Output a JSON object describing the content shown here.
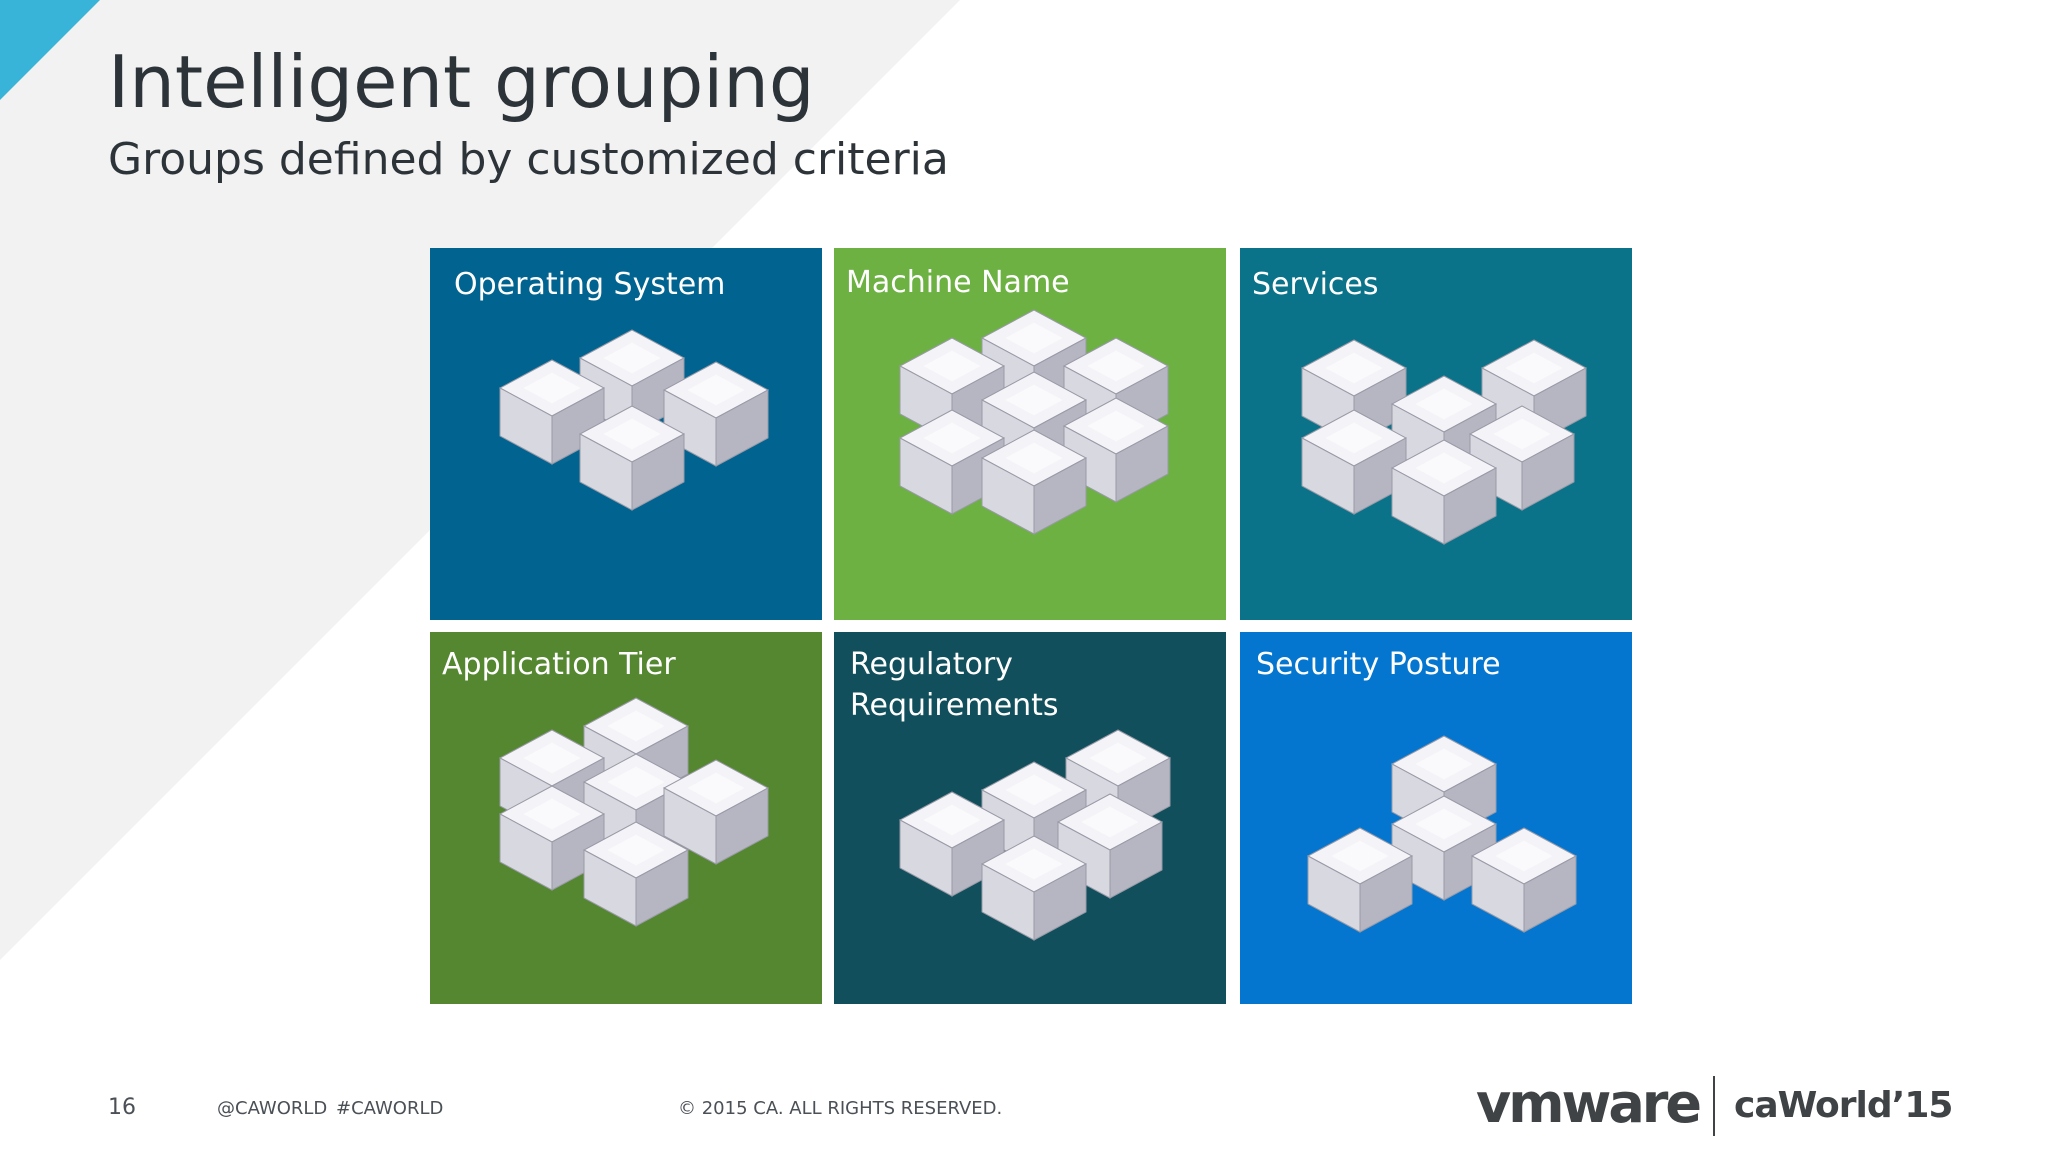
{
  "slide": {
    "title": "Intelligent grouping",
    "subtitle": "Groups defined by customized criteria"
  },
  "tiles": [
    {
      "label": "Operating System",
      "color": "#006390",
      "icons": "cube-cluster-icon"
    },
    {
      "label": "Machine Name",
      "color": "#6cb142",
      "icons": "cube-cluster-icon"
    },
    {
      "label": "Services",
      "color": "#0b7389",
      "icons": "cube-cluster-icon"
    },
    {
      "label": "Application Tier",
      "color": "#54872f",
      "icons": "cube-cluster-icon"
    },
    {
      "label": "Regulatory Requirements",
      "color": "#104f5b",
      "icons": "cube-cluster-icon"
    },
    {
      "label": "Security Posture",
      "color": "#0476cf",
      "icons": "cube-cluster-icon"
    }
  ],
  "footer": {
    "page_number": "16",
    "handle": "@CAWORLD",
    "hashtag": "#CAWORLD",
    "copyright": "© 2015 CA. ALL RIGHTS RESERVED."
  },
  "logos": {
    "vmware": "vmware",
    "caworld": "caWorld’15"
  },
  "colors": {
    "accent_cyan": "#39b4d9",
    "background_wedge": "#f2f2f2",
    "text_dark": "#2d3439"
  }
}
